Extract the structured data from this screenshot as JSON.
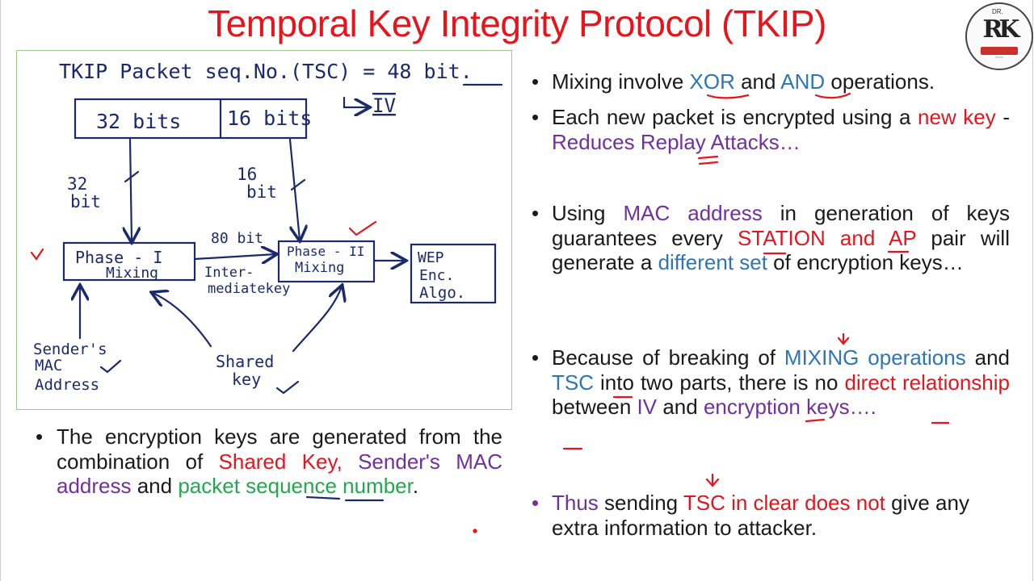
{
  "title": "Temporal Key Integrity Protocol (TKIP)",
  "logo": {
    "monogram": "RK",
    "top_text": "DR."
  },
  "colors": {
    "title": "#e8141c",
    "red": "#e8141c",
    "purple": "#7030a0",
    "blue": "#2e75b6",
    "green": "#23a74f",
    "ink": "#1a2a6c"
  },
  "diagram": {
    "heading": "TKIP Packet seq.No.(TSC) = 48 bit.",
    "iv_label": "IV",
    "field_32": "32 bits",
    "field_16": "16 bits",
    "arrow_32_label": [
      "32",
      "bit"
    ],
    "arrow_16_label": [
      "16",
      "bit"
    ],
    "phase1": [
      "Phase - I",
      "Mixing"
    ],
    "phase2": [
      "Phase - II",
      "Mixing"
    ],
    "intermediate_top": "80 bit",
    "intermediate": [
      "Inter-",
      "mediatekey"
    ],
    "wep": [
      "WEP",
      "Enc.",
      "Algo."
    ],
    "mac": [
      "Sender's",
      "MAC",
      "Address"
    ],
    "shared": [
      "Shared",
      "key"
    ]
  },
  "left_bullet": {
    "p1": "The encryption keys are generated from the combination of ",
    "shared_key": "Shared Key,",
    "senders_mac": "Sender's MAC address",
    "p2": " and ",
    "packet_seq": "packet sequence number",
    "p3": "."
  },
  "right": {
    "b1": {
      "p1": "Mixing involve ",
      "xor": "XOR",
      "p2": " and ",
      "and": "AND",
      "p3": " operations."
    },
    "b2": {
      "p1": "Each new packet is encrypted using a ",
      "new_key": "new key",
      "p2": " - ",
      "replay": "Reduces Replay Attacks…"
    },
    "b3": {
      "p1": "Using ",
      "mac": "MAC address",
      "p2": " in generation of keys guarantees every ",
      "station": "STATION and AP",
      "p3": " pair will generate a ",
      "diff": "different set",
      "p4": " of encryption keys…"
    },
    "b4": {
      "p1": "Because of breaking of ",
      "mixing": "MIXING operations",
      "p2": " and ",
      "tsc": "TSC",
      "p3": " into two parts, there is no ",
      "direct": "direct relationship",
      "p4": " between ",
      "iv": "IV",
      "p5": " and ",
      "enc": "encryption keys….",
      "p6": ""
    },
    "b5": {
      "thus": "Thus",
      "p1": " sending ",
      "tsc": "TSC in clear does not",
      "p2": " give any extra information to attacker."
    }
  }
}
